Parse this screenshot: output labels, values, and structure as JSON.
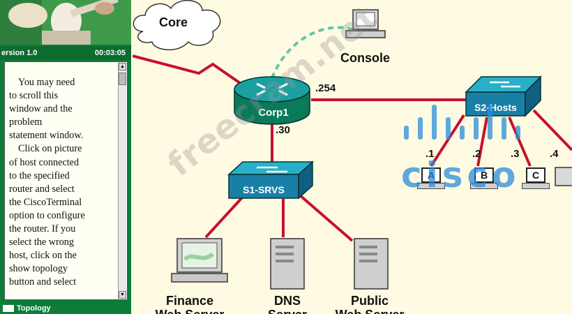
{
  "simulator": {
    "version_label": "ersion 1.0",
    "timer": "00:03:05",
    "instructions": [
      {
        "text": "You may need",
        "indent": true
      },
      {
        "text": "to scroll this",
        "indent": false
      },
      {
        "text": "window and the",
        "indent": false
      },
      {
        "text": "problem",
        "indent": false
      },
      {
        "text": "statement window.",
        "indent": false
      },
      {
        "text": "Click on picture",
        "indent": true
      },
      {
        "text": "of host connected",
        "indent": false
      },
      {
        "text": "to the specified",
        "indent": false
      },
      {
        "text": "router and select",
        "indent": false
      },
      {
        "text": "the CiscoTerminal",
        "indent": false
      },
      {
        "text": "option to configure",
        "indent": false
      },
      {
        "text": "the router. If you",
        "indent": false
      },
      {
        "text": "select the wrong",
        "indent": false
      },
      {
        "text": "host, click on the",
        "indent": false
      },
      {
        "text": "show topology",
        "indent": false
      },
      {
        "text": "button and select",
        "indent": false
      }
    ],
    "topology_button": "Topology"
  },
  "topology": {
    "core_label": "Core",
    "console_label": "Console",
    "router_name": "Corp1",
    "router_ip_right": ".254",
    "router_ip_bottom": ".30",
    "switch_right": "S2-Hosts",
    "switch_left": "S1-SRVS",
    "hosts": [
      {
        "name": "A",
        "ip": ".1"
      },
      {
        "name": "B",
        "ip": ".2"
      },
      {
        "name": "C",
        "ip": ".3"
      },
      {
        "name": "",
        "ip": ".4"
      }
    ],
    "servers": [
      {
        "line1": "Finance",
        "line2": "Web Server"
      },
      {
        "line1": "DNS",
        "line2": "Server"
      },
      {
        "line1": "Public",
        "line2": "Web Server"
      }
    ]
  },
  "watermark": "freecram.net",
  "logo_text": "cisco",
  "colors": {
    "background": "#fffbe2",
    "panel_green": "#0c7c38",
    "link_red": "#c8102e",
    "console_dash": "#5ec8a8",
    "device_teal": "#0a8a8a",
    "device_blue": "#1a7fa6"
  }
}
